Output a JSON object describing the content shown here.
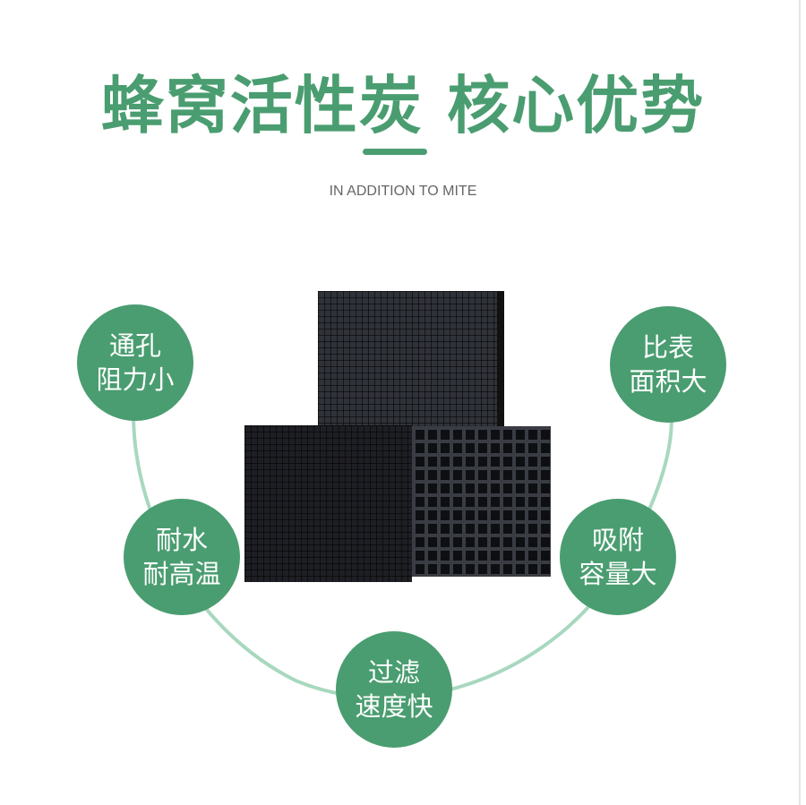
{
  "title": "蜂窝活性炭 核心优势",
  "subtitle": "IN ADDITION TO MITE",
  "accent_color": "#4a9d70",
  "features": [
    {
      "line1": "通孔",
      "line2": "阻力小"
    },
    {
      "line1": "耐水",
      "line2": "耐高温"
    },
    {
      "line1": "过滤",
      "line2": "速度快"
    },
    {
      "line1": "吸附",
      "line2": "容量大"
    },
    {
      "line1": "比表",
      "line2": "面积大"
    }
  ]
}
